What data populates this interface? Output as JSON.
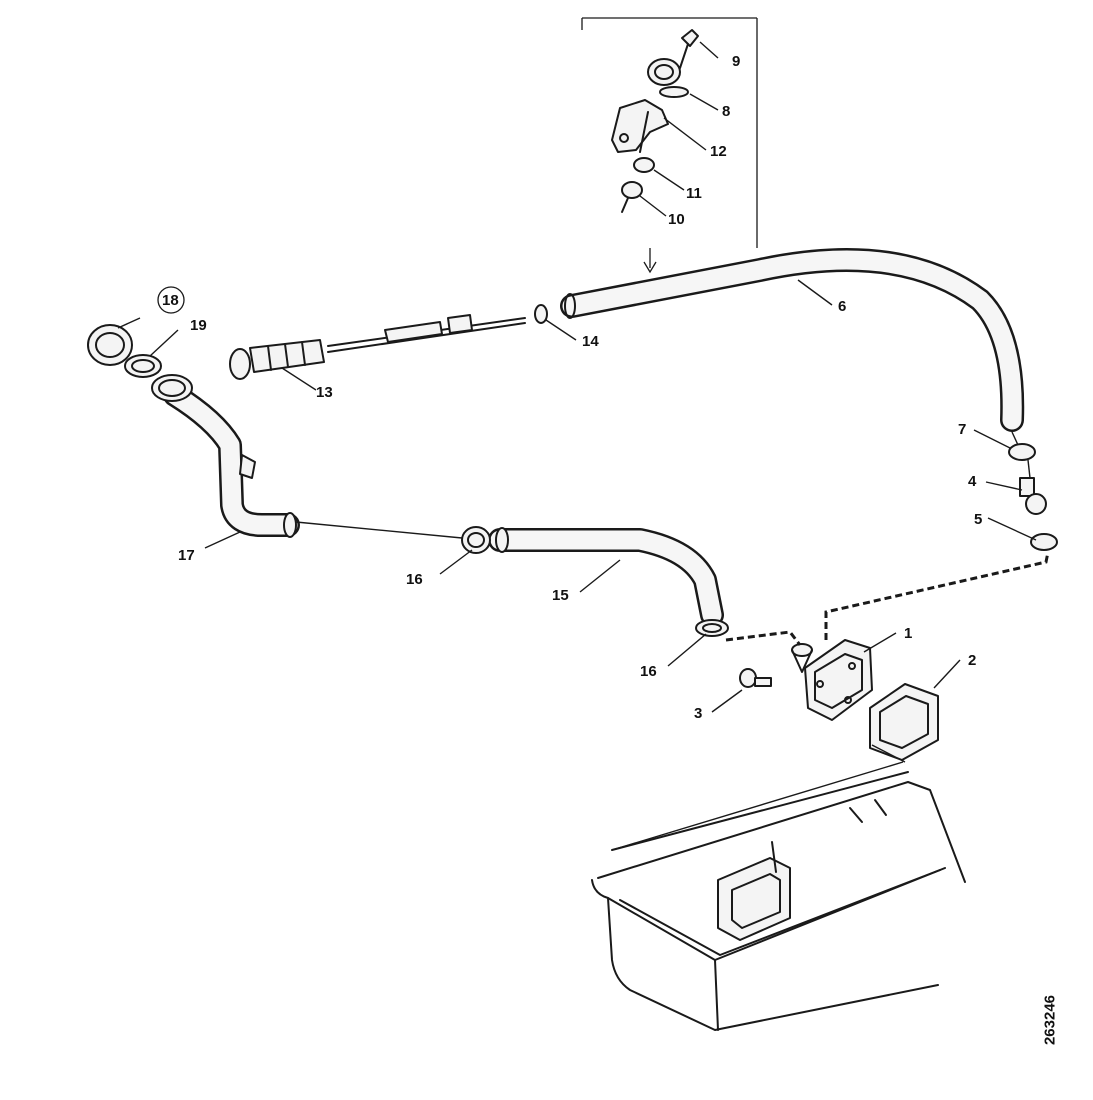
{
  "labels": {
    "p1": "1",
    "p2": "2",
    "p3": "3",
    "p4": "4",
    "p5": "5",
    "p6": "6",
    "p7": "7",
    "p8": "8",
    "p9": "9",
    "p10": "10",
    "p11": "11",
    "p12": "12",
    "p13": "13",
    "p14": "14",
    "p15": "15",
    "p16a": "16",
    "p16b": "16",
    "p17": "17",
    "p18": "18",
    "p19": "19"
  },
  "reference_code": "263246"
}
